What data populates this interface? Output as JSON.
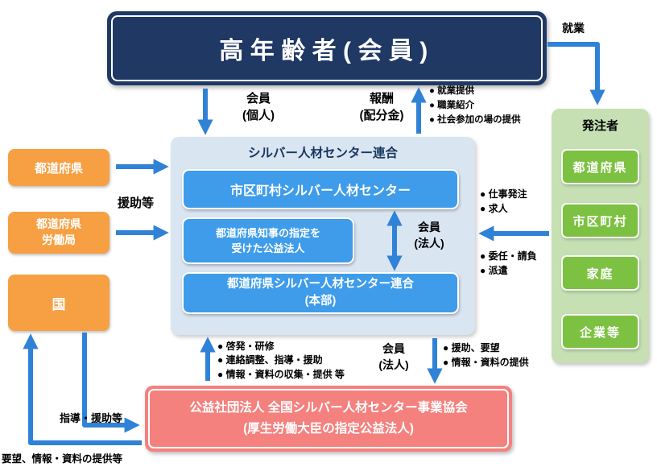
{
  "top_box": {
    "title": "高年齢者(会員)"
  },
  "center_panel": {
    "title": "シルバー人材センター連合",
    "box1": "市区町村シルバー人材センター",
    "box2_line1": "都道府県知事の指定を",
    "box2_line2": "受けた公益法人",
    "box3_line1": "都道府県シルバー人材センター連合",
    "box3_line2": "(本部)"
  },
  "left_boxes": {
    "prefecture": "都道府県",
    "labor_line1": "都道府県",
    "labor_line2": "労働局",
    "nation": "国"
  },
  "right_panel": {
    "title": "発注者",
    "box1": "都道府県",
    "box2": "市区町村",
    "box3": "家庭",
    "box4": "企業等"
  },
  "bottom_box": {
    "line1": "公益社団法人 全国シルバー人材センター事業協会",
    "line2": "(厚生労働大臣の指定公益法人)"
  },
  "flows": {
    "employment": "就業",
    "member_individual": [
      "会員",
      "(個人)"
    ],
    "reward": [
      "報酬",
      "(配分金)"
    ],
    "employment_bullets": [
      "● 就業提供",
      "● 職業紹介",
      "● 社会参加の場の提供"
    ],
    "support": "援助等",
    "order_bullets": [
      "● 仕事発注",
      "● 求人"
    ],
    "member_corporate_inner": [
      "会員",
      "(法人)"
    ],
    "dispatch_bullets": [
      "● 委任・請負",
      "● 派遣"
    ],
    "coordination_bullets": [
      "● 啓発・研修",
      "● 連絡調整、指導・援助",
      "● 情報・資料の収集・提供 等"
    ],
    "member_corporate_bottom": [
      "会員",
      "(法人)"
    ],
    "assistance_bullets": [
      "● 援助、要望",
      "● 情報・資料の提供"
    ],
    "guidance": "指導・援助等",
    "request": "要望、情報・資料の提供等"
  },
  "colors": {
    "navy": "#1F3864",
    "blue_box": "#3E9CEA",
    "light_blue_panel": "#DAE5F2",
    "orange": "#F6A043",
    "green_panel": "#C6E0B4",
    "green_box": "#7CC141",
    "pink": "#F4817E",
    "arrow": "#2F82D6"
  }
}
